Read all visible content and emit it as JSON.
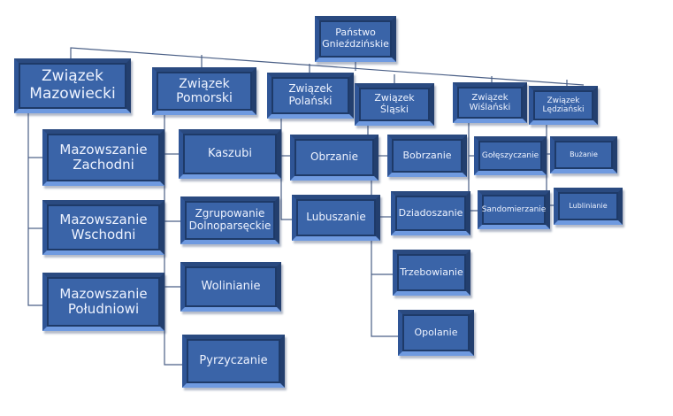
{
  "root": "Państwo\nGnieździńskie",
  "unions": [
    {
      "label": "Związek\nMazowiecki",
      "children": [
        "Mazowszanie\nZachodni",
        "Mazowszanie\nWschodni",
        "Mazowszanie\nPołudniowi"
      ]
    },
    {
      "label": "Związek\nPomorski",
      "children": [
        "Kaszubi",
        "Zgrupowanie\nDolnoparsęckie",
        "Wolinianie",
        "Pyrzyczanie"
      ]
    },
    {
      "label": "Związek\nPolański",
      "children": [
        "Obrzanie",
        "Lubuszanie"
      ]
    },
    {
      "label": "Związek Śląski",
      "children": [
        "Bobrzanie",
        "Dziadoszanie",
        "Trzebowianie",
        "Opolanie"
      ]
    },
    {
      "label": "Związek\nWiślański",
      "children": [
        "Gołęszyczanie",
        "Sandomierzanie"
      ]
    },
    {
      "label": "Związek\nLędziański",
      "children": [
        "Bużanie",
        "Lublinianie"
      ]
    }
  ]
}
